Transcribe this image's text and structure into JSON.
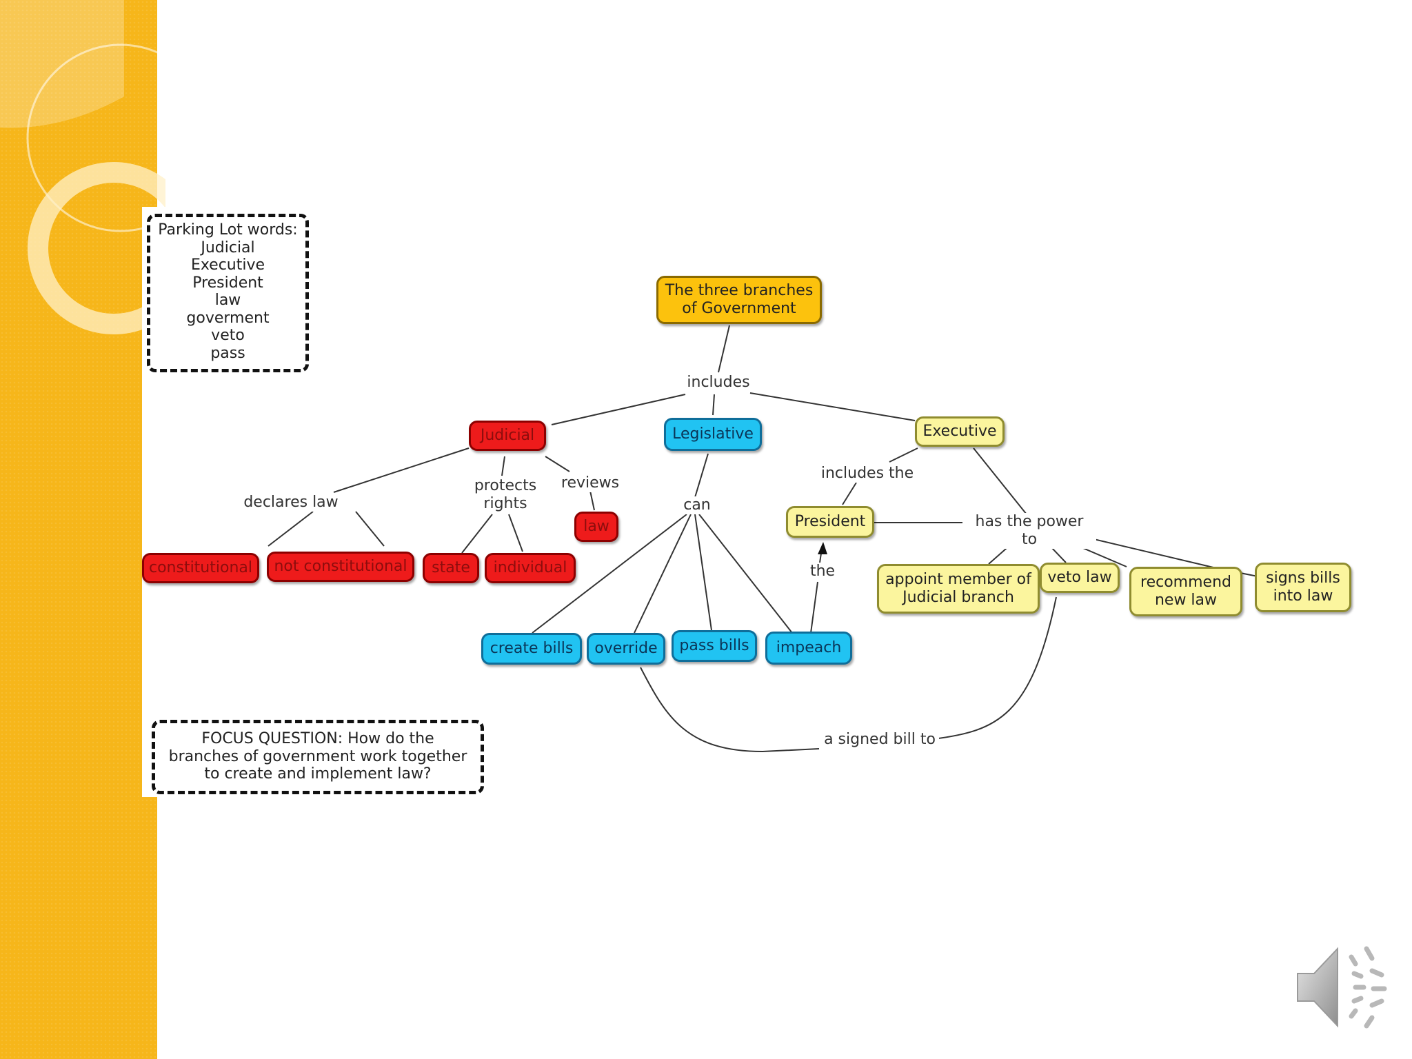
{
  "colors": {
    "sidebar": "#f6b61a",
    "gold": "#fcc20d",
    "red": "#ee1b1b",
    "blue": "#21c3f2",
    "yellow": "#fbf59e"
  },
  "parking_lot": {
    "title": "Parking Lot words:",
    "words": [
      "Judicial",
      "Executive",
      "President",
      "law",
      "goverment",
      "veto",
      "pass"
    ]
  },
  "focus_question": "FOCUS QUESTION: How do the branches of government work together to create and implement law?",
  "nodes": {
    "root": "The three branches\nof Government",
    "judicial": "Judicial",
    "legislative": "Legislative",
    "executive": "Executive",
    "constitutional": "constitutional",
    "not_constitutional": "not constitutional",
    "state": "state",
    "individual": "individual",
    "law": "law",
    "president": "President",
    "create_bills": "create bills",
    "override": "override",
    "pass_bills": "pass bills",
    "impeach": "impeach",
    "appoint": "appoint member of\nJudicial branch",
    "veto_law": "veto law",
    "recommend": "recommend\nnew law",
    "signs": "signs bills\ninto law"
  },
  "links": {
    "includes": "includes",
    "declares_law": "declares law",
    "protects_rights": "protects\nrights",
    "reviews": "reviews",
    "can": "can",
    "includes_the": "includes the",
    "has_power": "has the power to",
    "the": "the",
    "signed_bill": "a signed bill to"
  },
  "icons": {
    "speaker": "speaker-icon"
  }
}
